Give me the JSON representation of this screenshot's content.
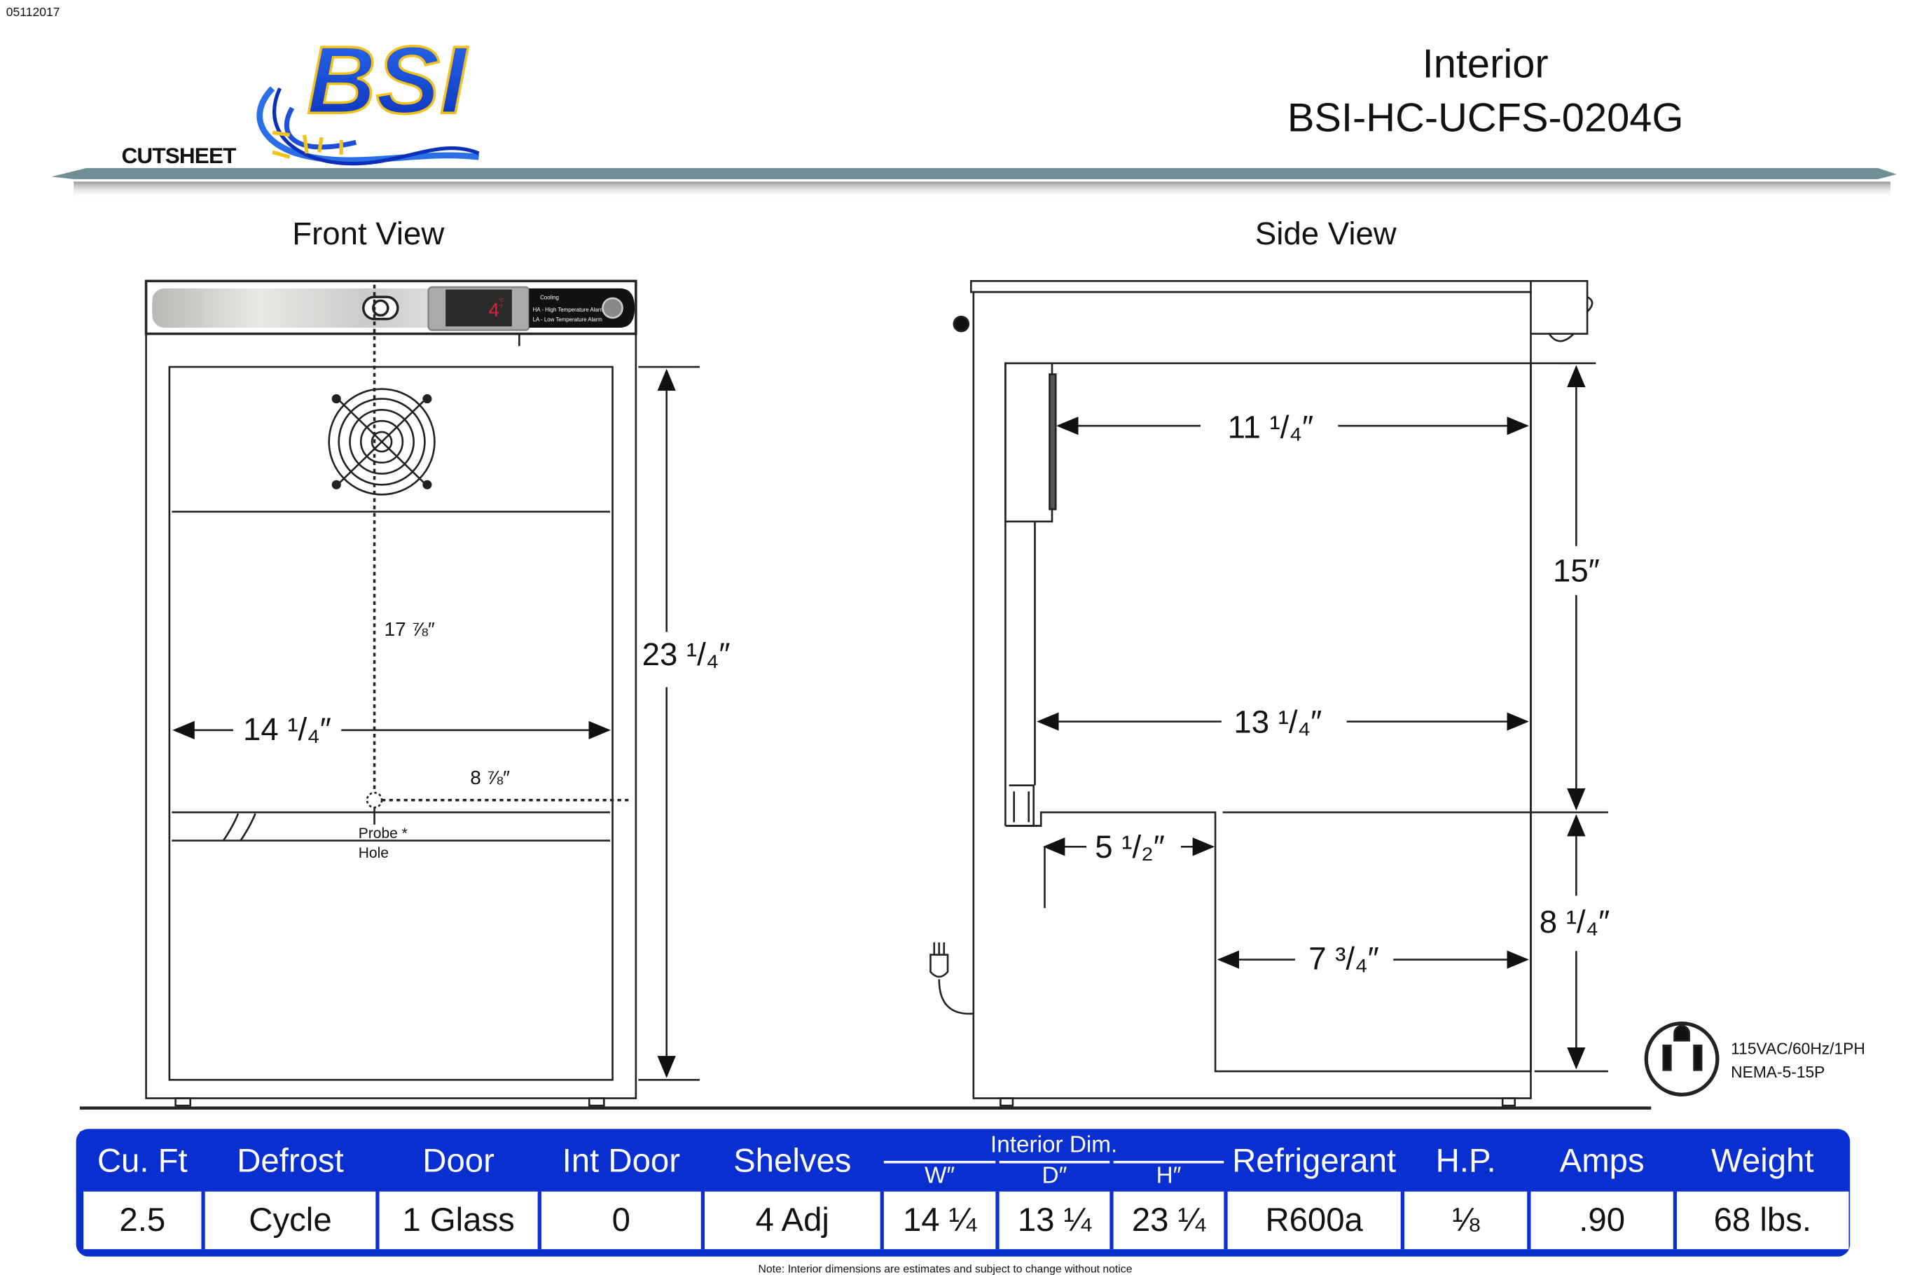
{
  "header": {
    "date_code": "05112017",
    "logo_text": "BSI",
    "cutsheet_label": "CUTSHEET",
    "title_line1": "Interior",
    "title_line2": "BSI-HC-UCFS-0204G"
  },
  "front_view": {
    "title": "Front View",
    "control_panel": {
      "display_value": "4",
      "unit_c": "°C",
      "unit_f": "°F",
      "legend": [
        "Cooling",
        "HA - High Temperature Alarm",
        "LA - Low Temperature Alarm"
      ]
    },
    "dims": {
      "probe_height": "17 ⅞″",
      "width": "14 ¹/₄″",
      "height": "23 ¹/₄″",
      "probe_offset": "8 ⅞″",
      "probe_label_1": "Probe *",
      "probe_label_2": "Hole"
    }
  },
  "side_view": {
    "title": "Side View",
    "dims": {
      "upper_depth": "11 ¹/₄″",
      "depth": "13 ¹/₄″",
      "upper_height": "15″",
      "lower_height": "8 ¹/₄″",
      "step_depth": "5 ¹/₂″",
      "lower_depth": "7 ³/₄″"
    }
  },
  "electrical": {
    "line1": "115VAC/60Hz/1PH",
    "line2": "NEMA-5-15P"
  },
  "spec_table": {
    "interior_group": "Interior Dim.",
    "headers": [
      "Cu. Ft",
      "Defrost",
      "Door",
      "Int Door",
      "Shelves",
      "W″",
      "D″",
      "H″",
      "Refrigerant",
      "H.P.",
      "Amps",
      "Weight"
    ],
    "values": [
      "2.5",
      "Cycle",
      "1 Glass",
      "0",
      "4 Adj",
      "14 ¼",
      "13 ¼",
      "23 ¼",
      "R600a",
      "⅛",
      ".90",
      "68 lbs."
    ]
  },
  "note": "Note: Interior dimensions are estimates and subject to change without notice",
  "colors": {
    "table_blue": "#0a2fd0",
    "logo_blue": "#1d4fd8",
    "logo_gold": "#f2c21a",
    "band": "#6f8e95"
  }
}
